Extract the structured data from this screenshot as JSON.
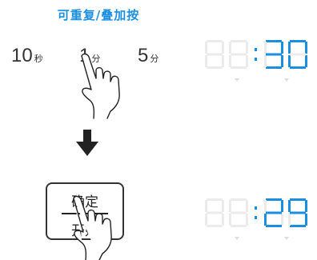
{
  "title": "可重复/叠加按",
  "time_options": [
    {
      "num": "10",
      "unit": "秒"
    },
    {
      "num": "1",
      "unit": "分"
    },
    {
      "num": "5",
      "unit": "分"
    }
  ],
  "confirm_button": {
    "top_label": "确定",
    "bottom_label": "开始"
  },
  "display_before": "88:30",
  "display_after": "88:29",
  "colors": {
    "title": "#1a8fe0",
    "digit_on": "#1a8fe0",
    "digit_off": "#ebebeb",
    "text": "#333333"
  },
  "icons": {
    "hand": "pointing-hand-icon",
    "arrow": "down-arrow-icon"
  }
}
